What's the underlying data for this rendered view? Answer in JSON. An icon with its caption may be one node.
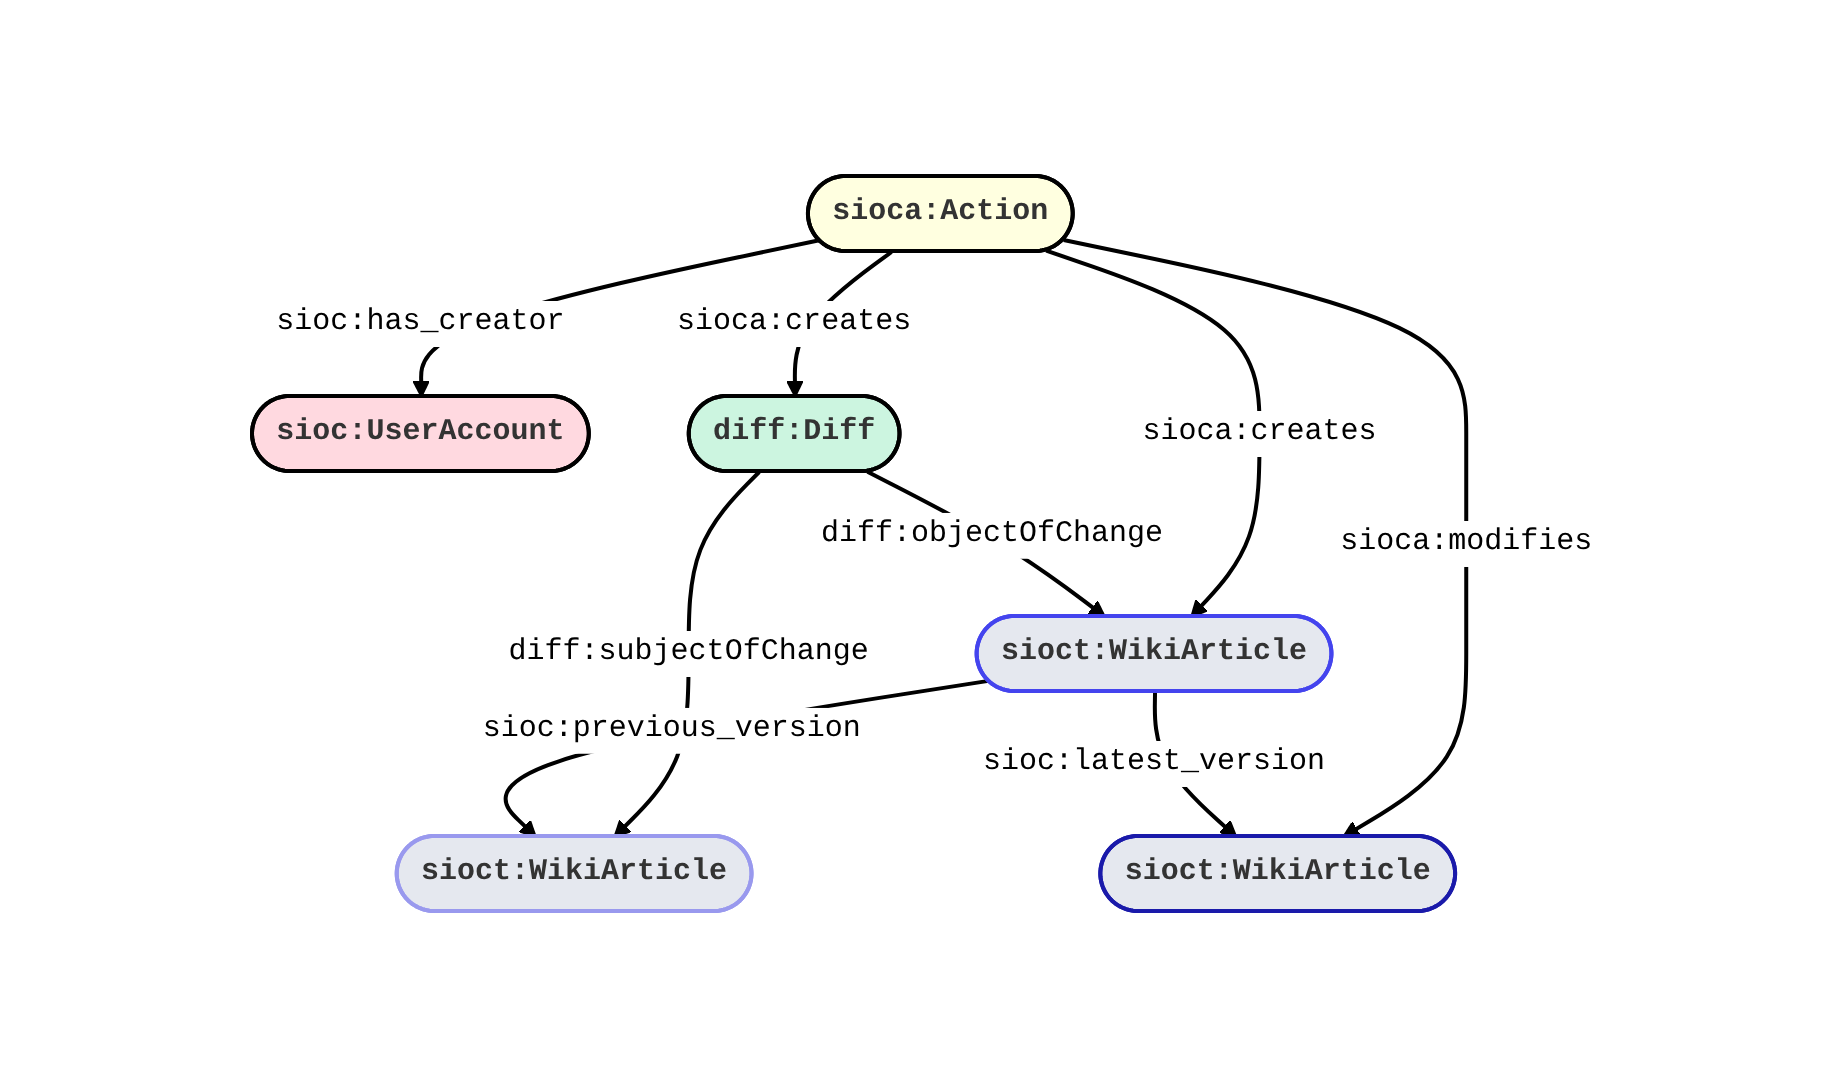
{
  "diagram": {
    "nodes": [
      {
        "text": [
          "sioc:UserAccount"
        ]
      },
      {
        "text": [
          "sioca:Action"
        ]
      },
      {
        "text": [
          "diff:Diff"
        ]
      },
      {
        "text": [
          "sioct:WikiArticle"
        ]
      },
      {
        "text": [
          "sioct:WikiArticle"
        ]
      },
      {
        "text": [
          "sioct:WikiArticle"
        ]
      }
    ],
    "edges": [
      {
        "from": 1,
        "to": 0,
        "arrow": "to",
        "label": "sioc:has_creator"
      },
      {
        "from": 1,
        "to": 2,
        "arrow": "to",
        "label": "sioca:creates"
      },
      {
        "from": 1,
        "to": 3,
        "arrow": "to",
        "label": "sioca:modifies"
      },
      {
        "from": 1,
        "to": 5,
        "arrow": "to",
        "label": "sioca:creates"
      },
      {
        "from": 2,
        "to": 4,
        "arrow": "to",
        "label": "diff:subjectOfChange"
      },
      {
        "from": 2,
        "to": 5,
        "arrow": "to",
        "label": "diff:objectOfChange"
      },
      {
        "from": 5,
        "to": 3,
        "arrow": "to",
        "label": "sioc:latest_version"
      },
      {
        "from": 5,
        "to": 4,
        "arrow": "to",
        "label": "sioc:previous_version"
      }
    ]
  }
}
